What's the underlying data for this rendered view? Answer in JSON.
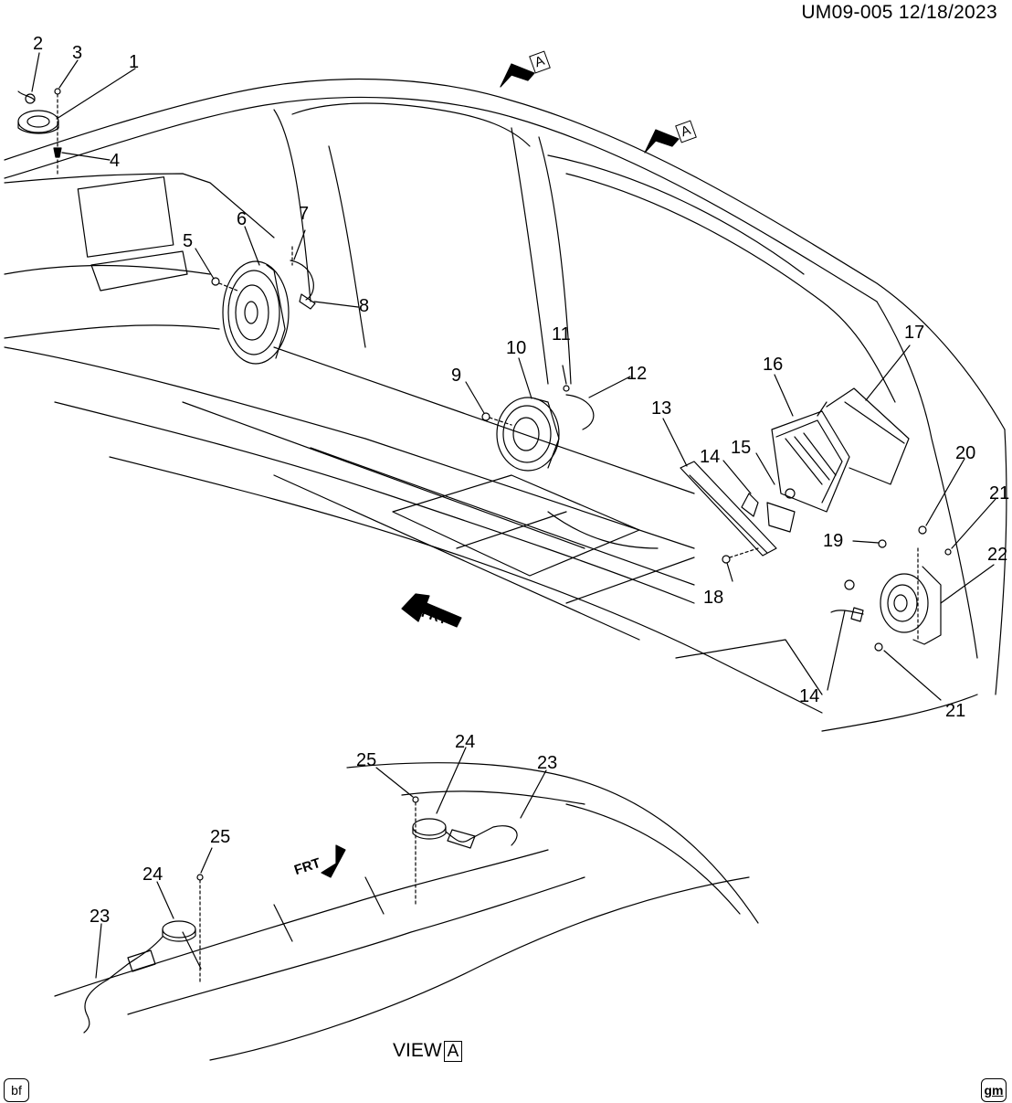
{
  "header": {
    "diagram_id": "UM09-005",
    "date": "12/18/2023",
    "text": "UM09-005  12/18/2023"
  },
  "callouts": {
    "c1": "1",
    "c2": "2",
    "c3": "3",
    "c4": "4",
    "c5": "5",
    "c6": "6",
    "c7": "7",
    "c8": "8",
    "c9": "9",
    "c10": "10",
    "c11": "11",
    "c12": "12",
    "c13": "13",
    "c14a": "14",
    "c14b": "14",
    "c15": "15",
    "c16": "16",
    "c17": "17",
    "c18": "18",
    "c19": "19",
    "c20": "20",
    "c21a": "21",
    "c21b": "21",
    "c22": "22",
    "c23a": "23",
    "c23b": "23",
    "c24a": "24",
    "c24b": "24",
    "c25a": "25",
    "c25b": "25"
  },
  "view_arrows": {
    "a1": "A",
    "a2": "A"
  },
  "frt": {
    "upper": "FRT",
    "lower": "FRT"
  },
  "view": {
    "prefix": "VIEW",
    "letter": "A"
  },
  "badges": {
    "left": "bf",
    "right": "gm"
  }
}
